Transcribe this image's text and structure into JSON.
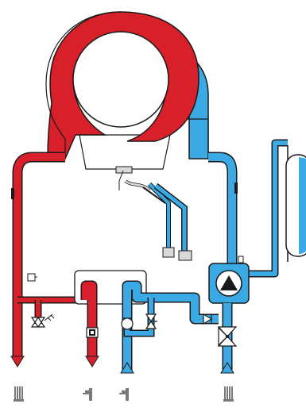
{
  "diagram": {
    "colors": {
      "hot": "#d8202a",
      "cold": "#3aa9e4",
      "outline": "#1a1a1a",
      "metal": "#d9d9d9",
      "steel": "#bfc4c8",
      "background": "#ffffff",
      "glyph": "#7a7a7a"
    },
    "components": [
      {
        "id": "heat-exchanger",
        "type": "ring"
      },
      {
        "id": "burner",
        "type": "chamber"
      },
      {
        "id": "expansion-vessel",
        "type": "tank"
      },
      {
        "id": "circulation-pump",
        "type": "pump"
      },
      {
        "id": "plate-heat-exchanger",
        "type": "exchanger"
      },
      {
        "id": "safety-valve",
        "type": "valve"
      },
      {
        "id": "flow-switch",
        "type": "sensor"
      },
      {
        "id": "three-way-valve",
        "type": "valve"
      },
      {
        "id": "check-valve",
        "type": "valve"
      },
      {
        "id": "fill-valve",
        "type": "valve"
      },
      {
        "id": "flow-meter",
        "type": "sensor"
      }
    ],
    "connections": [
      {
        "id": "heating-flow",
        "direction": "out",
        "color": "hot",
        "icon": "radiator-icon"
      },
      {
        "id": "hot-water-out",
        "direction": "out",
        "color": "hot",
        "icon": "tap-icon"
      },
      {
        "id": "cold-water-in",
        "direction": "in",
        "color": "cold",
        "icon": "tap-icon"
      },
      {
        "id": "heating-return",
        "direction": "in",
        "color": "cold",
        "icon": "radiator-icon"
      }
    ]
  }
}
